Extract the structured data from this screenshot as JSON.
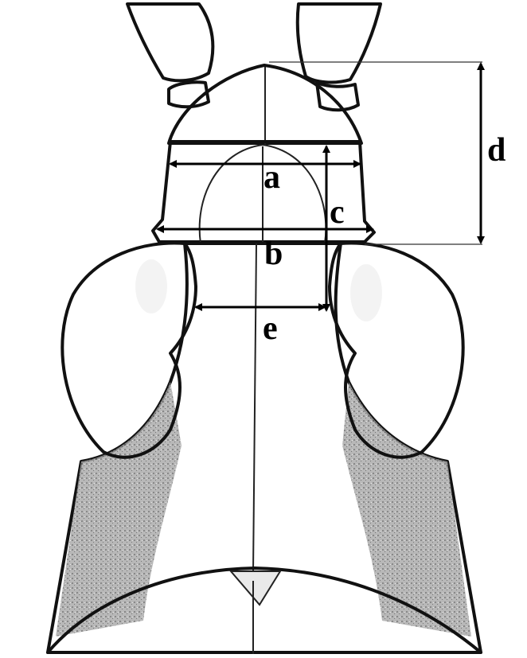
{
  "labels": {
    "a": "a",
    "b": "b",
    "c": "c",
    "d": "d",
    "e": "e"
  },
  "colors": {
    "background": "#ffffff",
    "body_light": "#e4e4e4",
    "body_mid": "#a9a9a9",
    "body_dark": "#555555",
    "outline": "#111111",
    "arrow": "#000000"
  }
}
